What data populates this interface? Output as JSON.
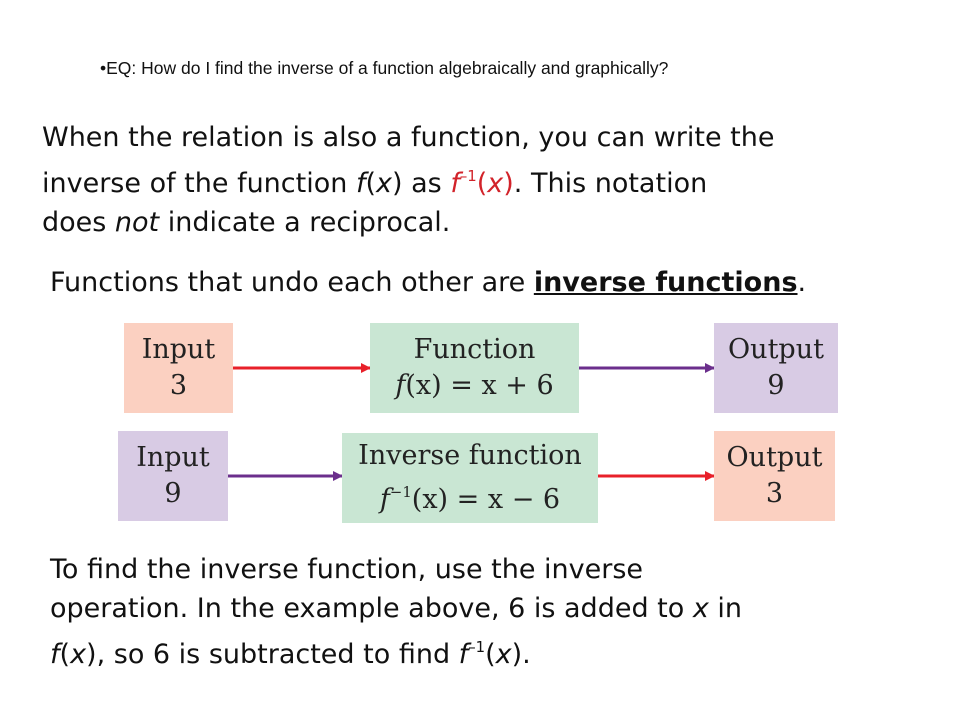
{
  "eq": "•EQ:  How do I find the inverse of a function algebraically and graphically?",
  "para1": {
    "line1": "When the relation is also a function, you can write the",
    "line2_a": "inverse of the function ",
    "fx_f": "f",
    "fx_paren_open": "(",
    "fx_x": "x",
    "fx_paren_close": ")",
    "line2_as": " as ",
    "finv_f": "f",
    "finv_sup": "–1",
    "finv_paren_open": "(",
    "finv_x": "x",
    "finv_paren_close": ")",
    "line2_b": ". This notation",
    "line3_a": "does ",
    "line3_not": "not",
    "line3_b": " indicate a reciprocal."
  },
  "para2": {
    "before": "Functions that undo each other are ",
    "term": "inverse functions",
    "after": "."
  },
  "diagram": {
    "row1": {
      "input_title": "Input",
      "input_value": "3",
      "func_title": "Function",
      "func_f": "f",
      "func_paren_x": "(x)",
      "func_rest": " = x + 6",
      "output_title": "Output",
      "output_value": "9"
    },
    "row2": {
      "input_title": "Input",
      "input_value": "9",
      "func_title": "Inverse function",
      "func_f": "f",
      "func_sup": "−1",
      "func_paren_x": "(x)",
      "func_rest": " = x − 6",
      "output_title": "Output",
      "output_value": "3"
    },
    "colors": {
      "peach": "#fbd0c1",
      "green": "#c9e6d3",
      "purple": "#d8cbe4",
      "red_arrow": "#e8202a",
      "purple_arrow": "#6b2f8c"
    }
  },
  "para3": {
    "line1": "To find the inverse function, use the inverse",
    "line2_a": "operation. In the example above, 6 is added to ",
    "line2_x": "x",
    "line2_b": " in",
    "line3_f": "f",
    "line3_po": "(",
    "line3_x": "x",
    "line3_a": "), so 6 is subtracted to find ",
    "line3_f2": "f",
    "line3_sup": "–1",
    "line3_po2": "(",
    "line3_x2": "x",
    "line3_b": ")."
  }
}
